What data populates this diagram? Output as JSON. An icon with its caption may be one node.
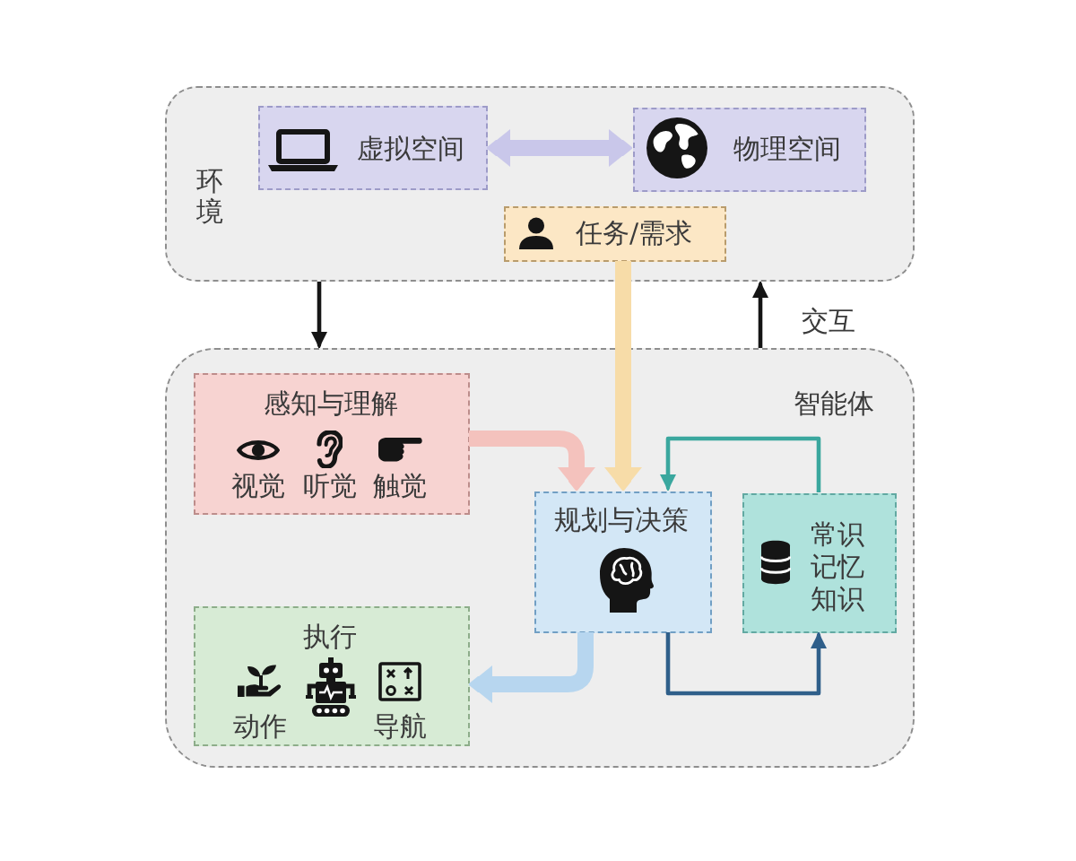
{
  "diagram": {
    "nodes": [
      {
        "text": [
          "环境"
        ]
      },
      {
        "text": [
          "虚拟空间"
        ],
        "in": 0
      },
      {
        "text": [
          "物理空间"
        ],
        "in": 0
      },
      {
        "text": [
          "任务/需求"
        ],
        "in": 0
      },
      {
        "text": [
          "智能体"
        ]
      },
      {
        "text": [
          "感知与理解",
          "视觉",
          "听觉",
          "触觉"
        ],
        "in": 4
      },
      {
        "text": [
          "规划与决策"
        ],
        "in": 4
      },
      {
        "text": [
          "常识",
          "记忆",
          "知识"
        ],
        "in": 4
      },
      {
        "text": [
          "执行",
          "动作",
          "导航"
        ],
        "in": 4
      }
    ],
    "edges": [
      {
        "from": 1,
        "to": 2,
        "arrow": "both",
        "style": "thick",
        "color": "#c9c7ea"
      },
      {
        "from": 0,
        "to": 4,
        "arrow": "to"
      },
      {
        "from": 4,
        "to": 0,
        "arrow": "to",
        "label": "交互"
      },
      {
        "from": 3,
        "to": 6,
        "arrow": "to",
        "style": "thick",
        "color": "#f7dca8"
      },
      {
        "from": 5,
        "to": 6,
        "arrow": "to",
        "style": "thick",
        "color": "#f4c2bd"
      },
      {
        "from": 7,
        "to": 6,
        "arrow": "to",
        "color": "#3aa79e"
      },
      {
        "from": 6,
        "to": 7,
        "arrow": "to",
        "color": "#2f5f8a"
      },
      {
        "from": 6,
        "to": 8,
        "arrow": "to",
        "style": "thick",
        "color": "#b7d6ef"
      }
    ]
  }
}
